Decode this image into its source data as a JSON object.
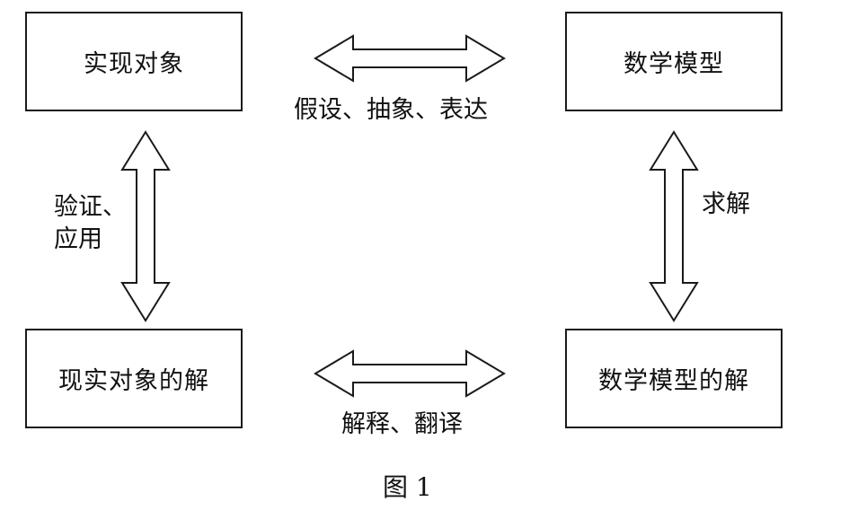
{
  "nodes": {
    "real_object": "实现对象",
    "math_model": "数学模型",
    "real_solution": "现实对象的解",
    "model_solution": "数学模型的解"
  },
  "edges": {
    "top": "假设、抽象、表达",
    "right": "求解",
    "bottom": "解释、翻译",
    "left_line1": "验证、",
    "left_line2": "应用"
  },
  "caption": "图 1"
}
